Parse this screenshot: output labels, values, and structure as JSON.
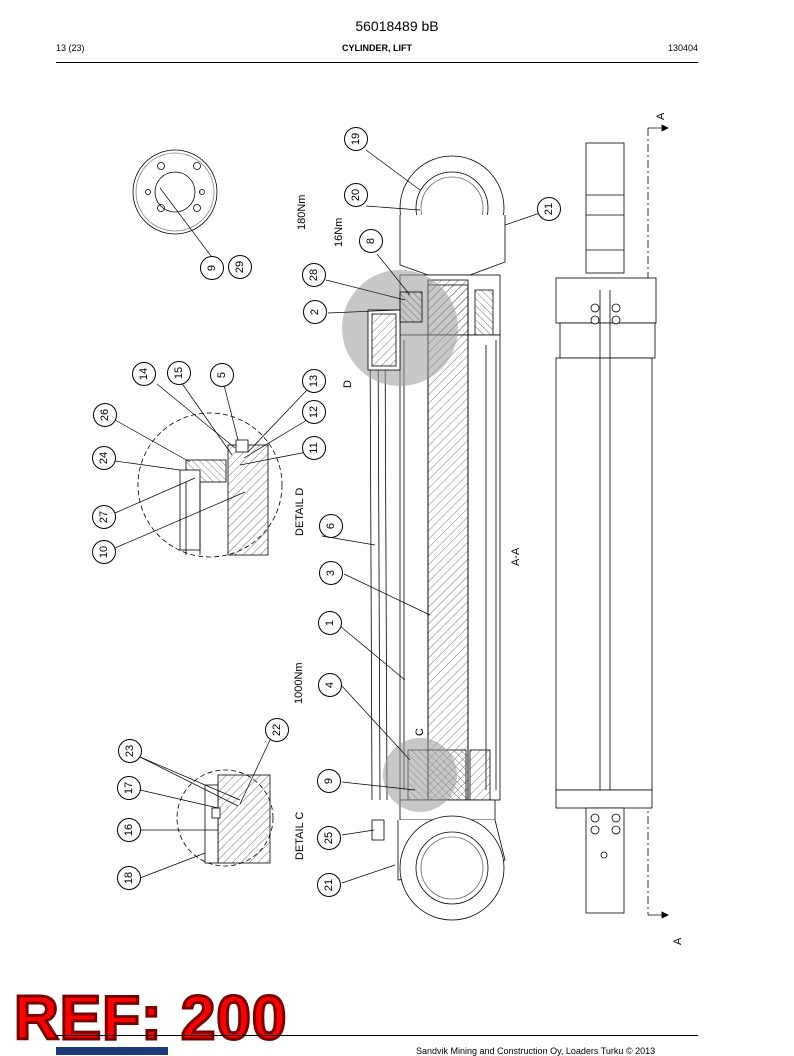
{
  "header": {
    "doc_number": "56018489 bB",
    "page": "13 (23)",
    "title": "CYLINDER, LIFT",
    "date": "130404"
  },
  "drawing": {
    "section_marks": {
      "top": "A",
      "bottom": "A",
      "view": "A-A"
    },
    "detail_labels": {
      "d": "DETAIL D",
      "c": "DETAIL C",
      "d_ref": "D",
      "c_ref": "C"
    },
    "torques": {
      "t1": "180Nm",
      "t2": "16Nm",
      "t3": "1000Nm"
    },
    "callouts": {
      "c19": "19",
      "c20": "20",
      "c21a": "21",
      "c8": "8",
      "c28": "28",
      "c2": "2",
      "c9a": "9",
      "c29": "29",
      "c14": "14",
      "c15": "15",
      "c5": "5",
      "c13": "13",
      "c26": "26",
      "c12": "12",
      "c24": "24",
      "c11": "11",
      "c27": "27",
      "c10": "10",
      "c6": "6",
      "c3": "3",
      "c1": "1",
      "c4": "4",
      "c22": "22",
      "c23": "23",
      "c17": "17",
      "c9b": "9",
      "c16": "16",
      "c25": "25",
      "c18": "18",
      "c21b": "21"
    }
  },
  "watermark": {
    "ref": "REF: 200"
  },
  "footer": {
    "text": "Sandvik Mining and Construction Oy, Loaders Turku © 2013"
  }
}
